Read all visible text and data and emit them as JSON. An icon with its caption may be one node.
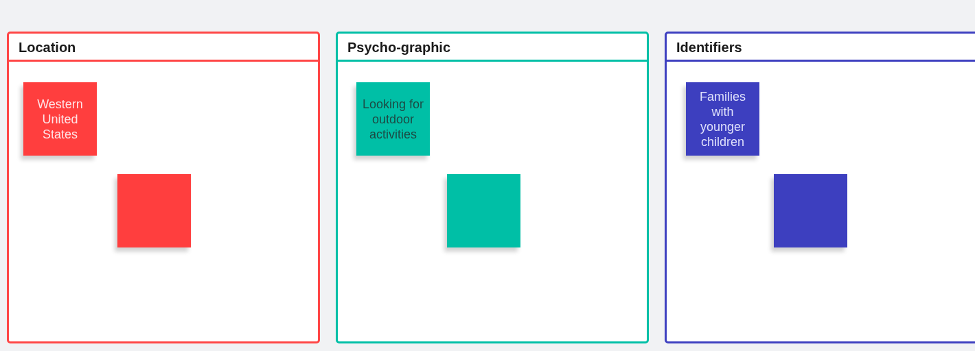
{
  "diagram": {
    "nodes": [
      {
        "text": [
          "Location"
        ]
      },
      {
        "text": [
          "Western United States"
        ],
        "in": 0
      },
      {
        "text": [],
        "shape": "box",
        "in": 0
      },
      {
        "text": [
          "Psycho-graphic"
        ]
      },
      {
        "text": [
          "Looking for outdoor activities"
        ],
        "in": 3
      },
      {
        "text": [],
        "shape": "box",
        "in": 3
      },
      {
        "text": [
          "Identifiers"
        ]
      },
      {
        "text": [
          "Families with younger children"
        ],
        "in": 6
      },
      {
        "text": [],
        "shape": "box",
        "in": 6
      }
    ]
  }
}
